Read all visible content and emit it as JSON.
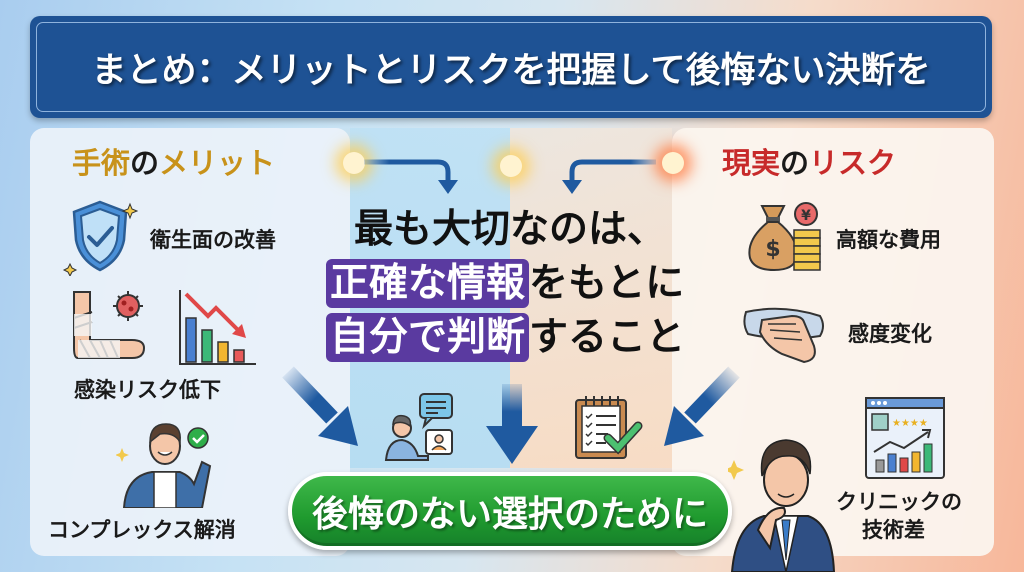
{
  "title": "まとめ：メリットとリスクを把握して後悔ない決断を",
  "merits": {
    "heading_part1": "手術",
    "heading_part2": "の",
    "heading_part3": "メリット",
    "items": [
      {
        "label": "衛生面の改善",
        "icon": "shield-check-icon"
      },
      {
        "label": "感染リスク低下",
        "icon": "bandaged-arm-virus-chart-down-icon"
      },
      {
        "label": "コンプレックス解消",
        "icon": "happy-man-check-icon"
      }
    ]
  },
  "risks": {
    "heading_part1": "現実",
    "heading_part2": "の",
    "heading_part3": "リスク",
    "items": [
      {
        "label": "高額な費用",
        "icon": "money-bag-yen-coins-icon"
      },
      {
        "label": "感度変化",
        "icon": "hand-touch-cloth-icon"
      },
      {
        "label_line1": "クリニックの",
        "label_line2": "技術差",
        "icon": "clinic-rating-chart-icon"
      }
    ]
  },
  "center_message": {
    "line1": "最も大切なのは、",
    "line2_highlight": "正確な情報",
    "line2_rest": "をもとに",
    "line3_highlight": "自分で判断",
    "line3_rest": "すること"
  },
  "center_icons": [
    "consultation-chat-icon",
    "checklist-clipboard-icon"
  ],
  "cta_label": "後悔のない選択のために",
  "colors": {
    "title_bg": "#1e5294",
    "merit_heading": "#c8921a",
    "risk_heading": "#c72a2a",
    "highlight": "#5a3aa0",
    "cta_green": "#1f9a2e",
    "arrow_blue": "#1f5aa0"
  }
}
